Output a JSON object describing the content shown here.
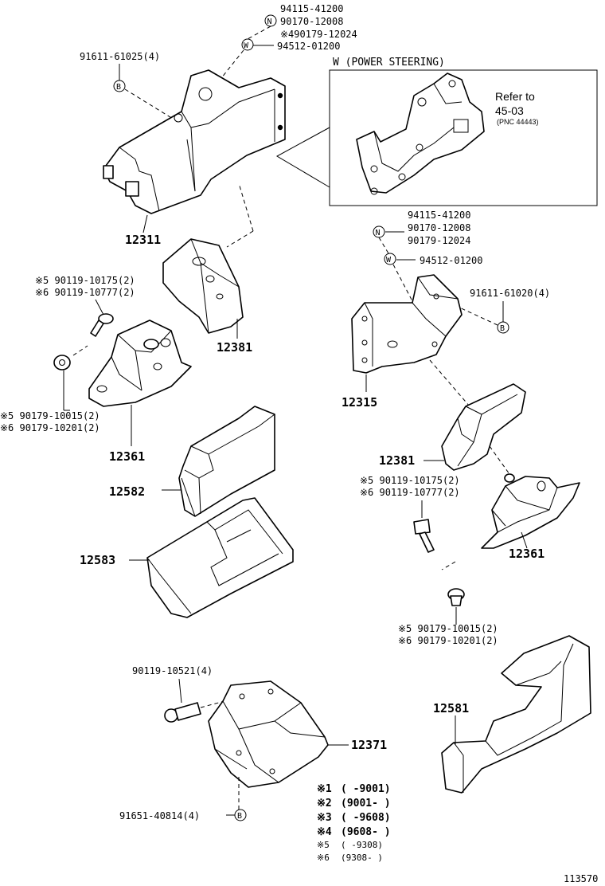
{
  "callouts": {
    "top_n_parts": [
      "94115-41200",
      "90170-12008",
      "※490179-12024"
    ],
    "top_w_part": "94512-01200",
    "top_b_bolt": "91611-61025(4)",
    "inset_title": "W (POWER STEERING)",
    "inset_refer": [
      "Refer to",
      "45-03",
      "(PNC 44443)"
    ],
    "right_n_parts": [
      "94115-41200",
      "90170-12008",
      "90179-12024"
    ],
    "right_w_part": "94512-01200",
    "right_b_bolt": "91611-61020(4)",
    "left_bolt_5": "※5 90119-10175(2)",
    "left_bolt_6": "※6 90119-10777(2)",
    "left_nut_5": "※5 90179-10015(2)",
    "left_nut_6": "※6 90179-10201(2)",
    "right_bolt_5": "※5 90119-10175(2)",
    "right_bolt_6": "※6 90119-10777(2)",
    "right_nut_5": "※5 90179-10015(2)",
    "right_nut_6": "※6 90179-10201(2)",
    "rear_bolt": "90119-10521(4)",
    "rear_b_bolt": "91651-40814(4)"
  },
  "markers": {
    "n": "N",
    "w": "W",
    "b": "B"
  },
  "part_numbers": {
    "bracket_left": "12311",
    "insulator_upper_left": "12381",
    "insulator_lower_left": "12361",
    "cover_upper_left": "12582",
    "cover_lower_left": "12583",
    "bracket_right": "12315",
    "insulator_upper_right": "12381",
    "insulator_lower_right": "12361",
    "cover_right": "12581",
    "rear_mount": "12371"
  },
  "legend": [
    {
      "mark": "※1",
      "range": "(     -9001)"
    },
    {
      "mark": "※2",
      "range": "(9001-     )"
    },
    {
      "mark": "※3",
      "range": "(     -9608)"
    },
    {
      "mark": "※4",
      "range": "(9608-     )"
    },
    {
      "mark": "※5",
      "range": "(     -9308)"
    },
    {
      "mark": "※6",
      "range": "(9308-     )"
    }
  ],
  "figure_id": "113570"
}
